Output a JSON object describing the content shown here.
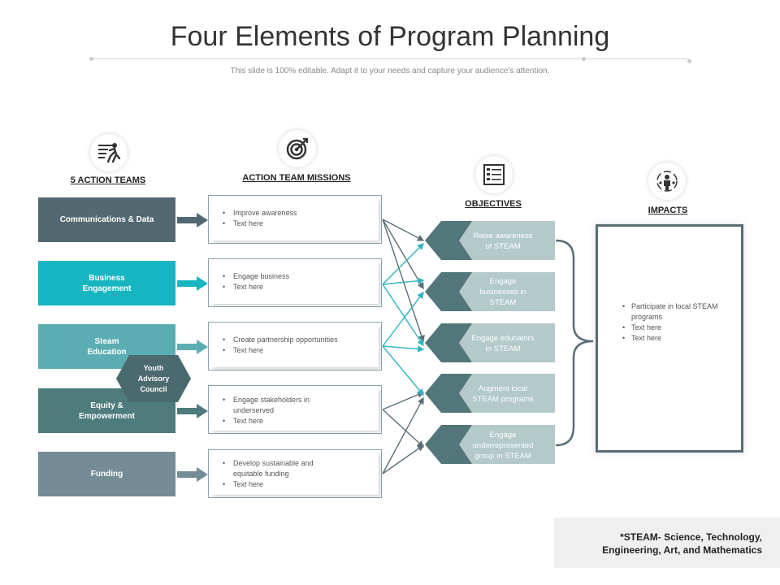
{
  "header": {
    "title": "Four Elements of Program Planning",
    "subtitle": "This slide is 100% editable. Adapt it to your needs and capture your audience's attention."
  },
  "columns": {
    "teams": "5 ACTION TEAMS",
    "missions": "ACTION TEAM MISSIONS",
    "objectives": "OBJECTIVES",
    "impacts": "IMPACTS"
  },
  "icons": {
    "teams": "runner-icon",
    "missions": "target-icon",
    "objectives": "checklist-icon",
    "impacts": "people-cycle-icon"
  },
  "teams": [
    {
      "label": "Communications & Data",
      "color": "#546872"
    },
    {
      "label": "Business\nEngagement",
      "color": "#17b5c2"
    },
    {
      "label": "Steam\nEducation",
      "color": "#5aaeb3"
    },
    {
      "label": "Equity &\nEmpowerment",
      "color": "#4e7b7c"
    },
    {
      "label": "Funding",
      "color": "#758c96"
    }
  ],
  "youth_council": "Youth\nAdvisory\nCouncil",
  "missions": [
    {
      "items": [
        "Improve awareness",
        "Text here"
      ]
    },
    {
      "items": [
        "Engage business",
        "Text here"
      ]
    },
    {
      "items": [
        "Create partnership opportunities",
        "Text here"
      ]
    },
    {
      "items": [
        "Engage stakeholders in underserved",
        "Text here"
      ]
    },
    {
      "items": [
        "Develop sustainable and equitable funding",
        "Text here"
      ]
    }
  ],
  "objectives": [
    {
      "label": "Raise awareness\nof STEAM"
    },
    {
      "label": "Engage\nbusinesses in\nSTEAM"
    },
    {
      "label": "Engage educators\nin STEAM"
    },
    {
      "label": "Augment local\nSTEAM programs"
    },
    {
      "label": "Engage\nunderrepresented\ngroup in STEAM"
    }
  ],
  "impacts": {
    "items": [
      "Participate in local STEAM programs",
      "Text here",
      "Text here"
    ]
  },
  "footnote": "*STEAM- Science, Technology,\nEngineering, Art, and Mathematics",
  "colors": {
    "dark_slate": "#546872",
    "teal_bright": "#17b5c2",
    "teal_mid": "#5aaeb3",
    "teal_dark": "#4e7b7c",
    "slate_light": "#758c96",
    "objective_chevron": "#52767a",
    "objective_body": "#b4c9c9",
    "connector_slate": "#5b6e77",
    "connector_teal": "#2fb4c2"
  }
}
